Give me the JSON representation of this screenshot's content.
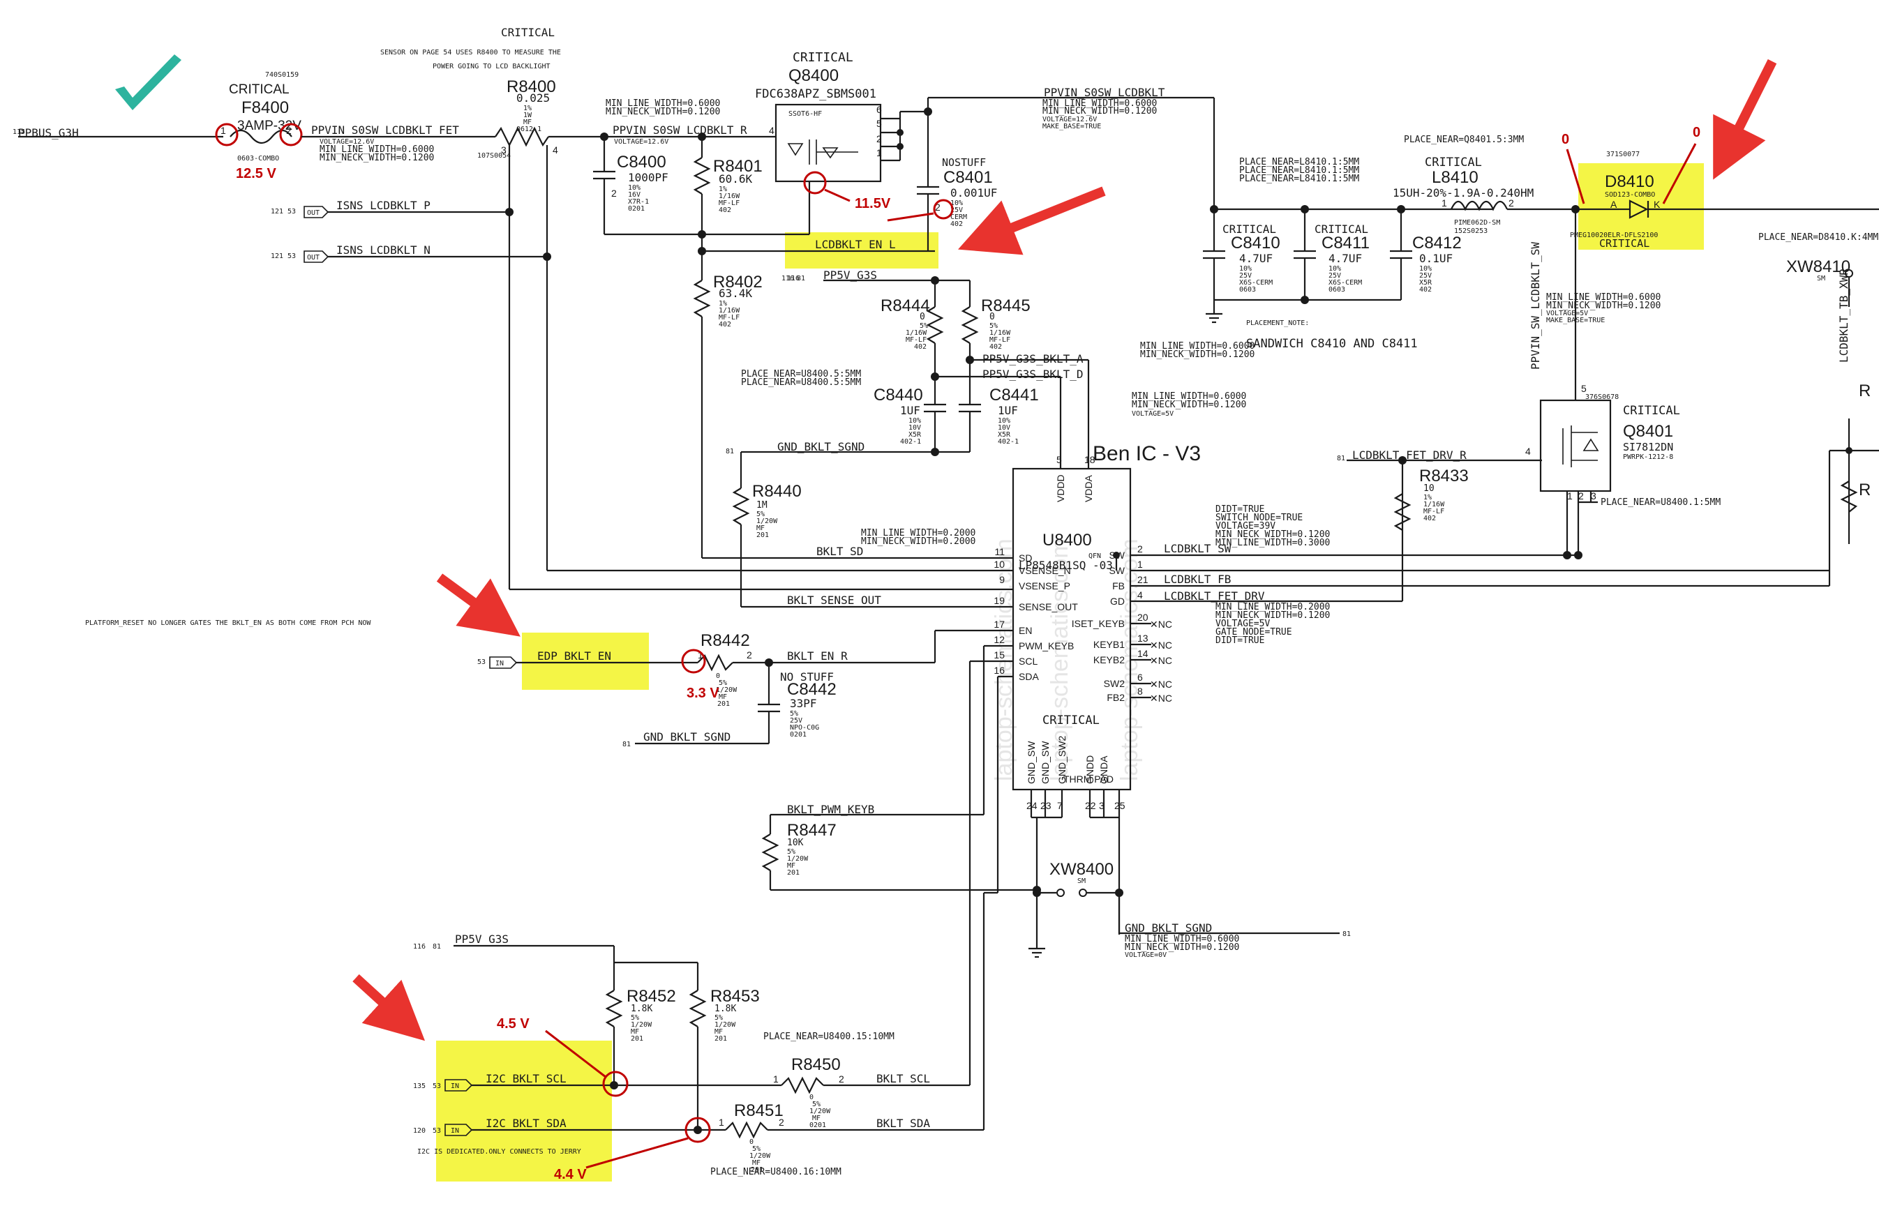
{
  "ic": {
    "title": "Ben IC - V3",
    "ref": "U8400",
    "pkg": "QFN",
    "part": "LP8548B1SQ -03",
    "critical": "CRITICAL",
    "pins_left": [
      {
        "num": "11",
        "name": "SD"
      },
      {
        "num": "10",
        "name": "VSENSE_N"
      },
      {
        "num": "9",
        "name": "VSENSE_P"
      },
      {
        "num": "19",
        "name": "SENSE_OUT"
      },
      {
        "num": "17",
        "name": "EN"
      },
      {
        "num": "12",
        "name": "PWM_KEYB"
      },
      {
        "num": "15",
        "name": "SCL"
      },
      {
        "num": "16",
        "name": "SDA"
      }
    ],
    "pins_right": [
      {
        "num": "2",
        "name": "SW"
      },
      {
        "num": "1",
        "name": "SW"
      },
      {
        "num": "21",
        "name": "FB"
      },
      {
        "num": "4",
        "name": "GD"
      },
      {
        "num": "20",
        "name": "ISET_KEYB"
      },
      {
        "num": "13",
        "name": "KEYB1"
      },
      {
        "num": "14",
        "name": "KEYB2"
      },
      {
        "num": "6",
        "name": "SW2"
      },
      {
        "num": "8",
        "name": "FB2"
      }
    ],
    "pins_top": [
      {
        "num": "5",
        "name": "VDDD"
      },
      {
        "num": "18",
        "name": "VDDA"
      }
    ],
    "pins_bottom": [
      {
        "num": "24",
        "name": "GND_SW"
      },
      {
        "num": "23",
        "name": "GND_SW"
      },
      {
        "num": "7",
        "name": "GND_SW2"
      },
      {
        "num": "22",
        "name": "GNDD"
      },
      {
        "num": "3",
        "name": "GNDA"
      },
      {
        "num": "25",
        "name": "THRM PAD"
      }
    ],
    "nc": "NC"
  },
  "nets": {
    "ppbus": "PPBUS_G3H",
    "ppvin_fet": "PPVIN_S0SW_LCDBKLT_FET",
    "ppvin_r": "PPVIN_S0SW_LCDBKLT_R",
    "ppvin": "PPVIN_S0SW_LCDBKLT",
    "ppvin_sw": "PPVIN_SW_LCDBKLT_SW",
    "isns_p": "ISNS_LCDBKLT_P",
    "isns_n": "ISNS_LCDBKLT_N",
    "en_l": "LCDBKLT_EN_L",
    "pp5v": "PP5V_G3S",
    "pp5v_a": "PP5V_G3S_BKLT_A",
    "pp5v_d": "PP5V_G3S_BKLT_D",
    "gnd_sgnd": "GND_BKLT_SGND",
    "bklt_sd": "BKLT_SD",
    "bklt_sense_out": "BKLT_SENSE_OUT",
    "edp_en": "EDP_BKLT_EN",
    "bklt_en_r": "BKLT_EN_R",
    "pwm_keyb": "BKLT_PWM_KEYB",
    "lcd_sw": "LCDBKLT_SW",
    "lcd_fb": "LCDBKLT_FB",
    "lcd_fet_drv": "LCDBKLT_FET_DRV",
    "lcd_fet_drv_r": "LCDBKLT_FET_DRV_R",
    "i2c_scl": "I2C_BKLT_SCL",
    "i2c_sda": "I2C_BKLT_SDA",
    "bklt_scl": "BKLT_SCL",
    "bklt_sda": "BKLT_SDA",
    "lcdbklt_tb": "LCDBKLT_TB_XWR"
  },
  "parts": {
    "f8400": {
      "crit": "CRITICAL",
      "ref": "F8400",
      "val": "3AMP-32V",
      "pn": "740S0159",
      "pkg": "0603-COMBO"
    },
    "r8400": {
      "ref": "R8400",
      "val": "0.025",
      "s1": "1%",
      "s2": "1W",
      "s3": "MF",
      "s4": "0612-1",
      "pn": "107S0054"
    },
    "q8400": {
      "crit": "CRITICAL",
      "ref": "Q8400",
      "part": "FDC638APZ_SBMS001",
      "pkg": "SSOT6-HF"
    },
    "c8400": {
      "ref": "C8400",
      "val": "1000PF",
      "s1": "10%",
      "s2": "16V",
      "s3": "X7R-1",
      "s4": "0201"
    },
    "r8401": {
      "ref": "R8401",
      "val": "60.6K",
      "s1": "1%",
      "s2": "1/16W",
      "s3": "MF-LF",
      "s4": "402"
    },
    "c8401": {
      "note": "NOSTUFF",
      "ref": "C8401",
      "val": "0.001UF",
      "s1": "10%",
      "s2": "25V",
      "s3": "CERM",
      "s4": "402"
    },
    "r8402": {
      "ref": "R8402",
      "val": "63.4K",
      "s1": "1%",
      "s2": "1/16W",
      "s3": "MF-LF",
      "s4": "402"
    },
    "r8444": {
      "ref": "R8444",
      "val": "0",
      "s1": "5%",
      "s2": "1/16W",
      "s3": "MF-LF",
      "s4": "402"
    },
    "r8445": {
      "ref": "R8445",
      "val": "0",
      "s1": "5%",
      "s2": "1/16W",
      "s3": "MF-LF",
      "s4": "402"
    },
    "c8440": {
      "ref": "C8440",
      "val": "1UF",
      "s1": "10%",
      "s2": "10V",
      "s3": "X5R",
      "s4": "402-1"
    },
    "c8441": {
      "ref": "C8441",
      "val": "1UF",
      "s1": "10%",
      "s2": "10V",
      "s3": "X5R",
      "s4": "402-1"
    },
    "r8440": {
      "ref": "R8440",
      "val": "1M",
      "s1": "5%",
      "s2": "1/20W",
      "s3": "MF",
      "s4": "201"
    },
    "r8442": {
      "ref": "R8442",
      "val": "0",
      "s1": "5%",
      "s2": "1/20W",
      "s3": "MF",
      "s4": "201"
    },
    "c8442": {
      "note": "NO STUFF",
      "ref": "C8442",
      "val": "33PF",
      "s1": "5%",
      "s2": "25V",
      "s3": "NPO-C0G",
      "s4": "0201"
    },
    "r8447": {
      "ref": "R8447",
      "val": "10K",
      "s1": "5%",
      "s2": "1/20W",
      "s3": "MF",
      "s4": "201"
    },
    "xw8400": {
      "ref": "XW8400",
      "val": "SM"
    },
    "r8452": {
      "ref": "R8452",
      "val": "1.8K",
      "s1": "5%",
      "s2": "1/20W",
      "s3": "MF",
      "s4": "201"
    },
    "r8453": {
      "ref": "R8453",
      "val": "1.8K",
      "s1": "5%",
      "s2": "1/20W",
      "s3": "MF",
      "s4": "201"
    },
    "r8450": {
      "ref": "R8450",
      "val": "0",
      "s1": "5%",
      "s2": "1/20W",
      "s3": "MF",
      "s4": "0201"
    },
    "r8451": {
      "ref": "R8451",
      "val": "0",
      "s1": "5%",
      "s2": "1/20W",
      "s3": "MF",
      "s4": "201"
    },
    "l8410": {
      "crit": "CRITICAL",
      "ref": "L8410",
      "val": "15UH-20%-1.9A-0.240HM",
      "pkg": "PIME062D-SM",
      "pn": "152S0253"
    },
    "d8410": {
      "ref": "D8410",
      "pkg": "SOD123-COMBO",
      "part": "PMEG10020ELR-DFLS2100",
      "crit": "CRITICAL",
      "pn": "371S0077"
    },
    "c8410": {
      "crit": "CRITICAL",
      "ref": "C8410",
      "val": "4.7UF",
      "s1": "10%",
      "s2": "25V",
      "s3": "X6S-CERM",
      "s4": "0603"
    },
    "c8411": {
      "crit": "CRITICAL",
      "ref": "C8411",
      "val": "4.7UF",
      "s1": "10%",
      "s2": "25V",
      "s3": "X6S-CERM",
      "s4": "0603"
    },
    "c8412": {
      "ref": "C8412",
      "val": "0.1UF",
      "s1": "10%",
      "s2": "25V",
      "s3": "X5R",
      "s4": "402"
    },
    "q8401": {
      "crit": "CRITICAL",
      "ref": "Q8401",
      "part": "SI7812DN",
      "pkg": "PWRPK-1212-8",
      "pn": "376S0678"
    },
    "r8433": {
      "ref": "R8433",
      "val": "10",
      "s1": "1%",
      "s2": "1/16W",
      "s3": "MF-LF",
      "s4": "402"
    },
    "xw8410": {
      "ref": "XW8410",
      "val": "SM"
    }
  },
  "notes": {
    "critical_top": "CRITICAL",
    "sensor1": "SENSOR ON PAGE 54 USES R8400 TO MEASURE THE",
    "sensor2": "POWER GOING TO LCD BACKLIGHT",
    "volt_fet": "VOLTAGE=12.6V",
    "mlw_fet": "MIN_LINE_WIDTH=0.6000",
    "mnw_fet": "MIN_NECK_WIDTH=0.1200",
    "mlw_r": "MIN_LINE_WIDTH=0.6000",
    "mnw_r": "MIN_NECK_WIDTH=0.1200",
    "volt_r": "VOLTAGE=12.6V",
    "mlw_p": "MIN_LINE_WIDTH=0.6000",
    "mnw_p": "MIN_NECK_WIDTH=0.1200",
    "volt_p": "VOLTAGE=12.6V",
    "make_base": "MAKE_BASE=TRUE",
    "place_l1": "PLACE_NEAR=L8410.1:5MM",
    "place_l2": "PLACE_NEAR=L8410.1:5MM",
    "place_l3": "PLACE_NEAR=L8410.1:5MM",
    "place_q": "PLACE_NEAR=Q8401.5:3MM",
    "place_d": "PLACE_NEAR=D8410.K:4MM",
    "place_u1": "PLACE_NEAR=U8400.5:5MM",
    "place_u2": "PLACE_NEAR=U8400.5:5MM",
    "place_q2": "PLACE_NEAR=U8400.1:5MM",
    "place_scl": "PLACE_NEAR=U8400.15:10MM",
    "place_sda": "PLACE_NEAR=U8400.16:10MM",
    "placement_note": "PLACEMENT_NOTE:",
    "sandwich": "SANDWICH C8410 AND C8411",
    "sw_mlw": "MIN_LINE_WIDTH=0.6000",
    "sw_mnw": "MIN_NECK_WIDTH=0.1200",
    "sw_v": "VOLTAGE=5V",
    "sw_mb": "MAKE_BASE=TRUE",
    "gdp_mlw": "MIN_LINE_WIDTH=0.6000",
    "gdp_mnw": "MIN_NECK_WIDTH=0.1200",
    "gdp_mlw2": "MIN_LINE_WIDTH=0.6000",
    "gdp_mnw2": "MIN_NECK_WIDTH=0.1200",
    "gdp_v": "VOLTAGE=5V",
    "sgnd_mlw": "MIN_LINE_WIDTH=0.2000",
    "sgnd_mnw": "MIN_NECK_WIDTH=0.2000",
    "didt1": "DIDT=TRUE",
    "didt2": "SWITCH_NODE=TRUE",
    "didt3": "VOLTAGE=39V",
    "didt4": "MIN_NECK_WIDTH=0.1200",
    "didt5": "MIN_LINE_WIDTH=0.3000",
    "gd1": "MIN_LINE_WIDTH=0.2000",
    "gd2": "MIN_NECK_WIDTH=0.1200",
    "gd3": "VOLTAGE=5V",
    "gd4": "GATE_NODE=TRUE",
    "gd5": "DIDT=TRUE",
    "gnd_mlw": "MIN_LINE_WIDTH=0.6000",
    "gnd_mnw": "MIN_NECK_WIDTH=0.1200",
    "gnd_v": "VOLTAGE=0V",
    "platform": "PLATFORM_RESET NO LONGER GATES THE BKLT_EN AS BOTH COME FROM PCH NOW",
    "i2c_note": "I2C IS DEDICATED.ONLY CONNECTS TO JERRY",
    "in": "IN",
    "out": "OUT"
  },
  "annotations": {
    "v_fuse": "12.5 V",
    "v_gate": "11.5V",
    "v_en": "3.3 V",
    "v_scl": "4.5 V",
    "v_sda": "4.4 V",
    "d_a": "0",
    "d_k": "0"
  },
  "colors": {
    "highlight": "#f4f546",
    "annotation": "#c00000",
    "arrow": "#e8332e",
    "check": "#2db39e"
  },
  "watermark": "laptop-schematics.com"
}
